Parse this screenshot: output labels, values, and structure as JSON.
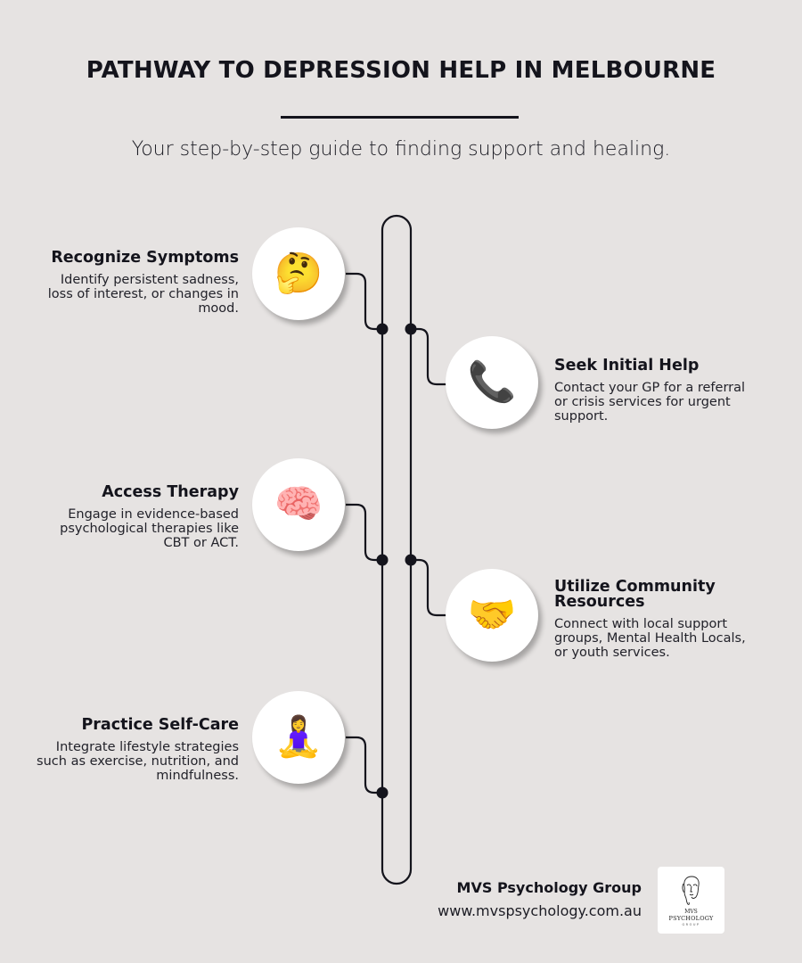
{
  "header": {
    "title": "PATHWAY TO DEPRESSION HELP IN MELBOURNE",
    "subtitle": "Your step-by-step guide to finding support and healing."
  },
  "steps": [
    {
      "title": "Recognize Symptoms",
      "description": "Identify persistent sadness, loss of interest, or changes in mood.",
      "icon": "thinking-face-icon",
      "emoji": "🤔",
      "side": "left"
    },
    {
      "title": "Seek Initial Help",
      "description": "Contact your GP for a referral or crisis services for urgent support.",
      "icon": "telephone-receiver-icon",
      "emoji": "📞",
      "side": "right"
    },
    {
      "title": "Access Therapy",
      "description": "Engage in evidence-based psychological therapies like CBT or ACT.",
      "icon": "brain-icon",
      "emoji": "🧠",
      "side": "left"
    },
    {
      "title": "Utilize Community Resources",
      "description": "Connect with local support groups, Mental Health Locals, or youth services.",
      "icon": "handshake-icon",
      "emoji": "🤝",
      "side": "right"
    },
    {
      "title": "Practice Self-Care",
      "description": "Integrate lifestyle strategies such as exercise, nutrition, and mindfulness.",
      "icon": "person-in-lotus-position-icon",
      "emoji": "🧘‍♀️",
      "side": "left"
    }
  ],
  "footer": {
    "organization": "MVS Psychology Group",
    "website": "www.mvspsychology.com.au",
    "logo": {
      "line1": "MVS",
      "line2": "PSYCHOLOGY",
      "line3": "GROUP"
    }
  },
  "colors": {
    "background": "#e6e3e2",
    "ink": "#14141c",
    "circle": "#ffffff"
  }
}
